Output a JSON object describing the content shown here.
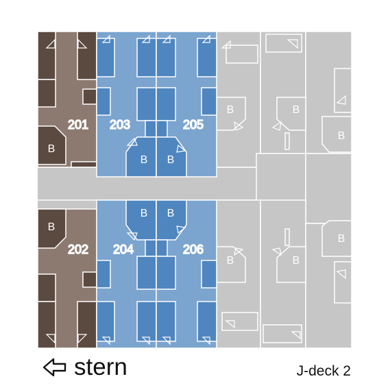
{
  "plan": {
    "colors": {
      "corridor": "#c6c6c6",
      "line": "#ffffff",
      "brown_cabin": "#8c7a70",
      "brown_dark": "#5b4a40",
      "blue_cabin": "#7ba4cf",
      "blue_dark": "#4f86bf",
      "gray_cabin": "#c6c6c6"
    },
    "rooms": {
      "r201": "201",
      "r202": "202",
      "r203": "203",
      "r204": "204",
      "r205": "205",
      "r206": "206"
    },
    "bathroom_label": "B"
  },
  "footer": {
    "direction_icon": "left-arrow-icon",
    "direction_label": "stern",
    "deck_label": "J-deck 2"
  }
}
